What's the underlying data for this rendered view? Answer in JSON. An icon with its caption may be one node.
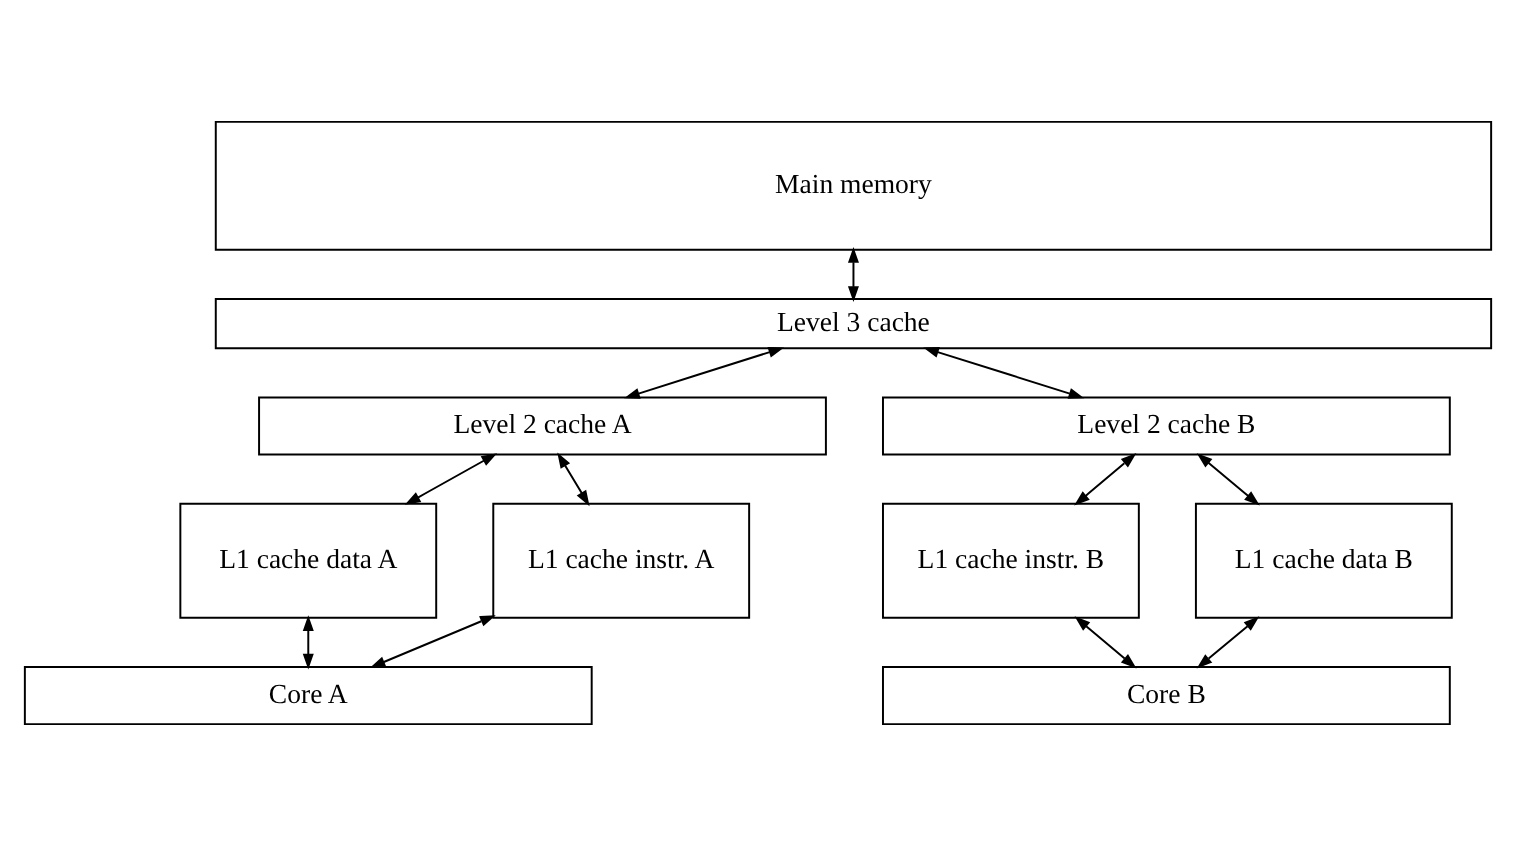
{
  "diagram": {
    "nodes": [
      {
        "text": [
          "Main memory"
        ]
      },
      {
        "text": [
          "Level 3 cache"
        ]
      },
      {
        "text": [
          "Level 2 cache A"
        ]
      },
      {
        "text": [
          "Level 2 cache B"
        ]
      },
      {
        "text": [
          "L1 cache data A"
        ]
      },
      {
        "text": [
          "L1 cache instr. A"
        ]
      },
      {
        "text": [
          "L1 cache instr. B"
        ]
      },
      {
        "text": [
          "L1 cache data B"
        ]
      },
      {
        "text": [
          "Core A"
        ]
      },
      {
        "text": [
          "Core B"
        ]
      }
    ],
    "edges": [
      {
        "from": 0,
        "to": 1,
        "arrow": "both"
      },
      {
        "from": 1,
        "to": 2,
        "arrow": "both"
      },
      {
        "from": 1,
        "to": 3,
        "arrow": "both"
      },
      {
        "from": 2,
        "to": 4,
        "arrow": "both"
      },
      {
        "from": 2,
        "to": 5,
        "arrow": "both"
      },
      {
        "from": 3,
        "to": 6,
        "arrow": "both"
      },
      {
        "from": 3,
        "to": 7,
        "arrow": "both"
      },
      {
        "from": 4,
        "to": 8,
        "arrow": "both"
      },
      {
        "from": 5,
        "to": 8,
        "arrow": "both"
      },
      {
        "from": 6,
        "to": 9,
        "arrow": "both"
      },
      {
        "from": 7,
        "to": 9,
        "arrow": "both"
      }
    ]
  }
}
